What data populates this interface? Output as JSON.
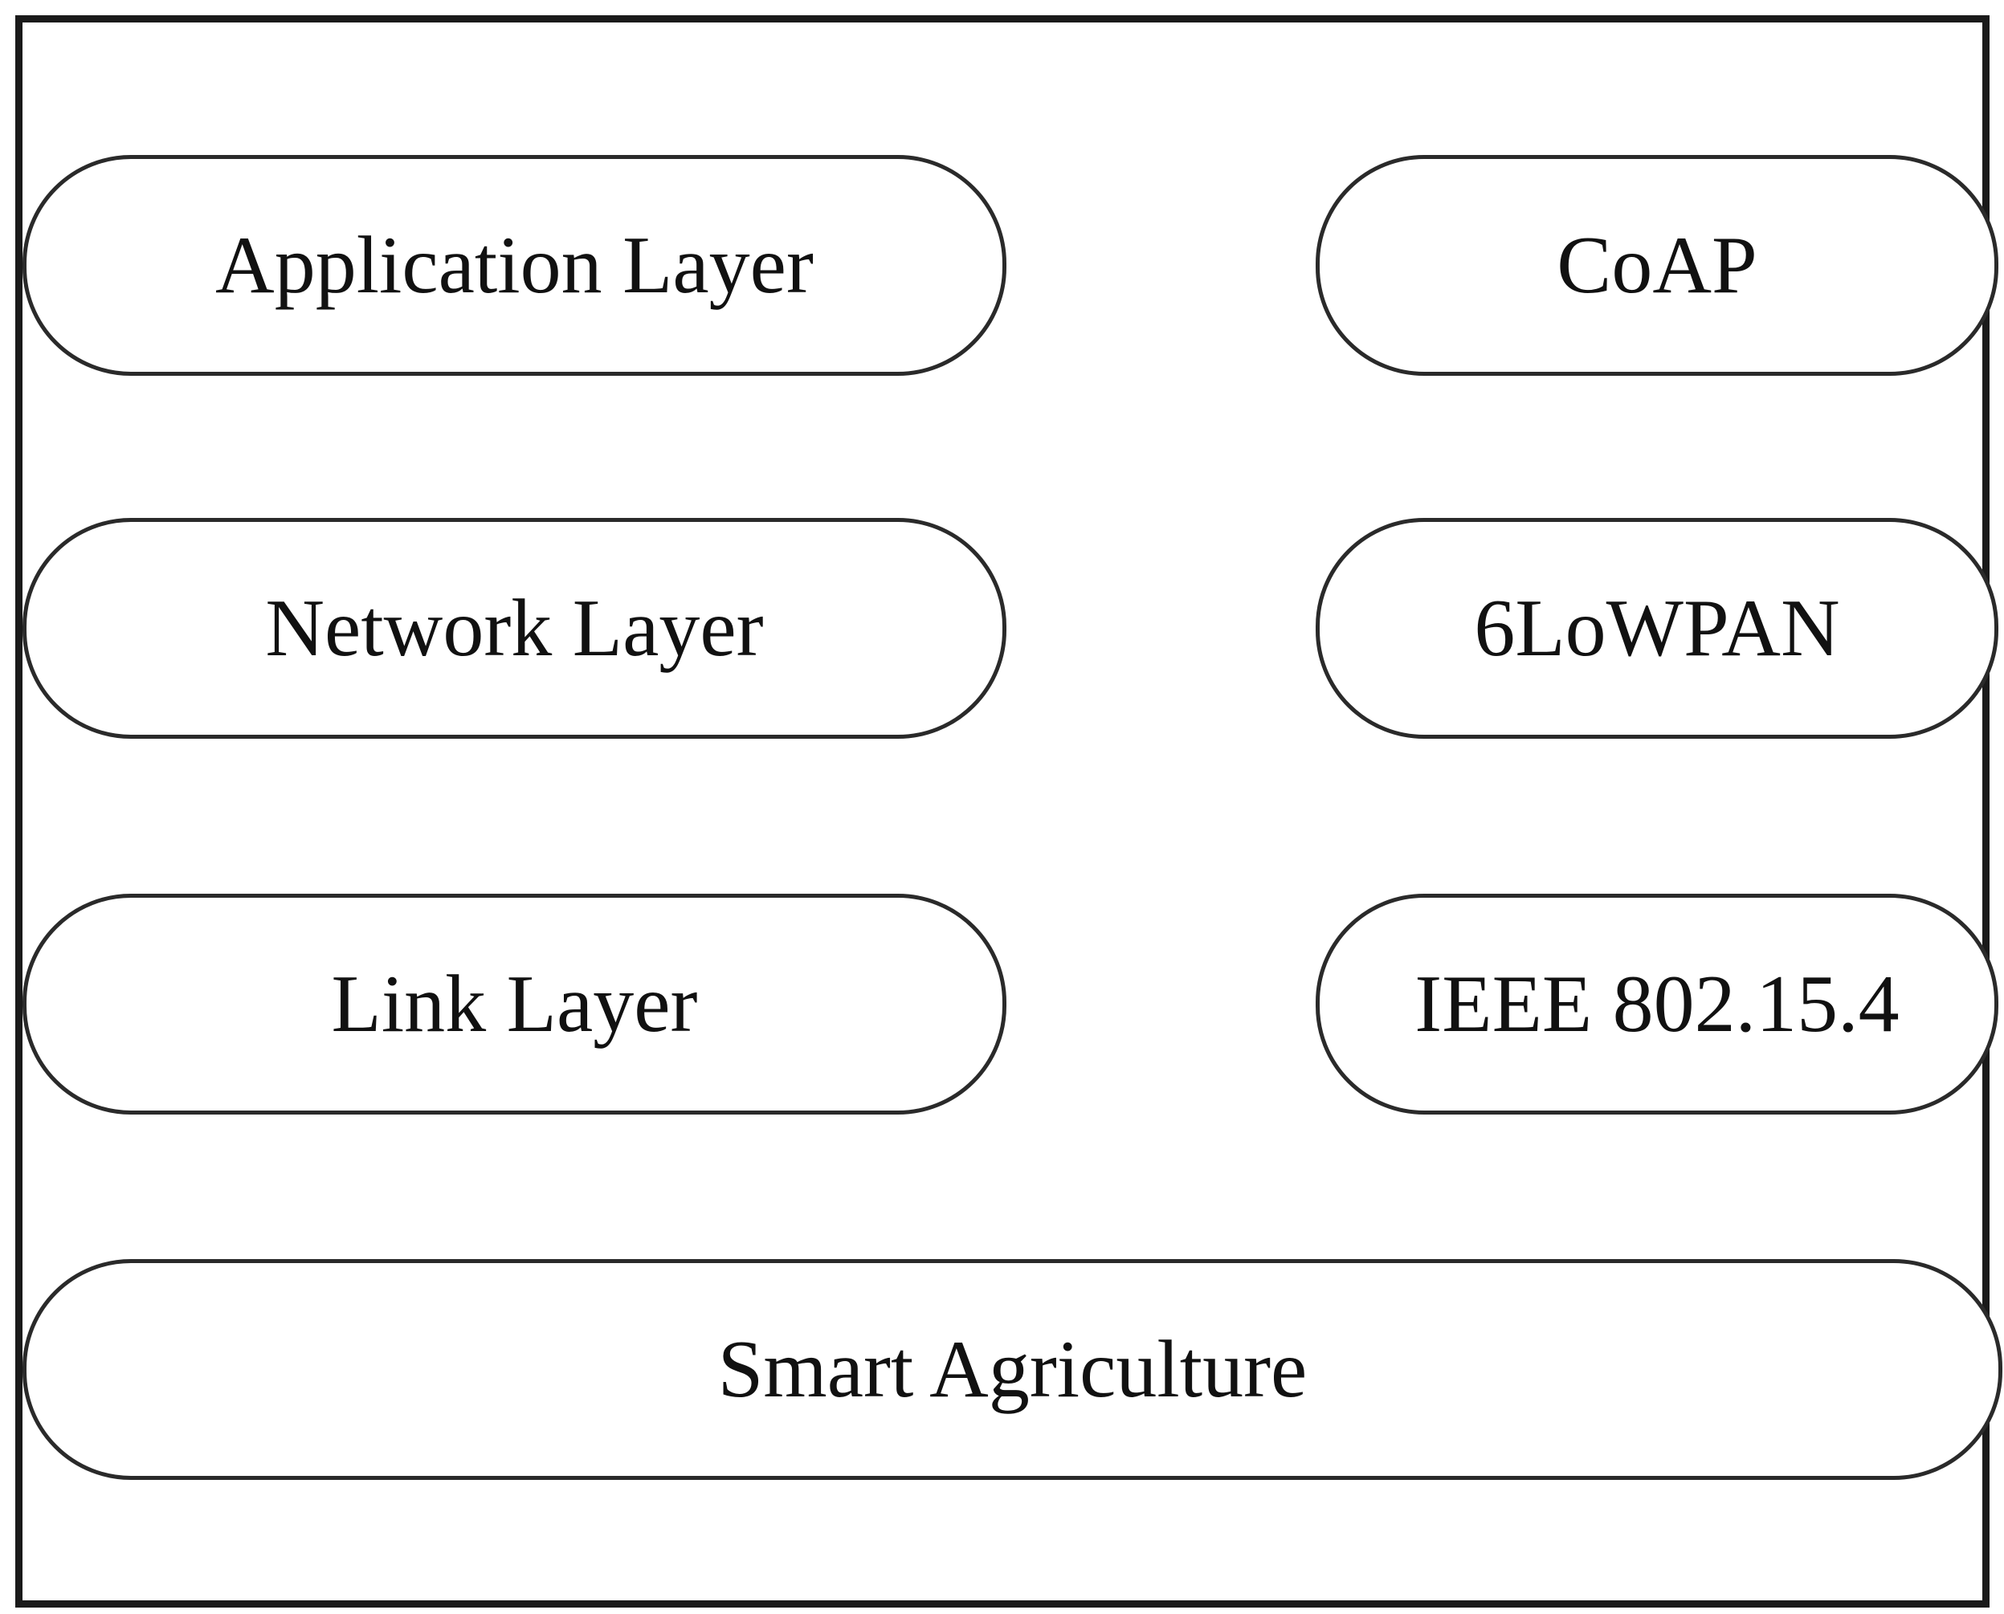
{
  "diagram": {
    "layers": [
      {
        "label": "Application Layer",
        "protocol": "CoAP"
      },
      {
        "label": "Network Layer",
        "protocol": "6LoWPAN"
      },
      {
        "label": "Link Layer",
        "protocol": "IEEE 802.15.4"
      }
    ],
    "base": {
      "label": "Smart Agriculture"
    },
    "colors": {
      "border": "#2a2a2a",
      "text": "#111111",
      "background": "#ffffff"
    }
  }
}
